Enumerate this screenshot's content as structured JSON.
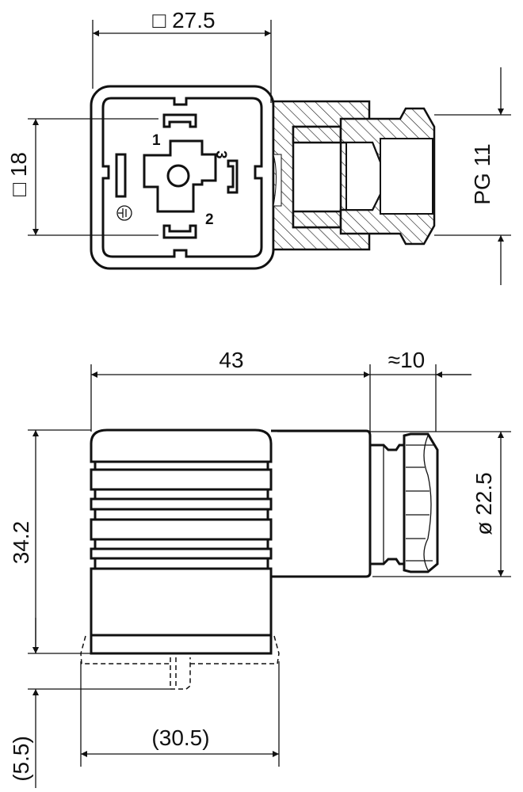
{
  "top_view": {
    "width_label": "□ 27.5",
    "contact_spacing_label": "□ 18",
    "thread_label": "PG 11",
    "pin_labels": [
      "1",
      "2",
      "3"
    ],
    "ground_symbol": "ground-icon"
  },
  "side_view": {
    "length_label": "43",
    "gland_label": "≈10",
    "height_label": "34.2",
    "diameter_label": "ø 22.5",
    "gasket_label": "(5.5)",
    "gasket_width_label": "(30.5)"
  }
}
